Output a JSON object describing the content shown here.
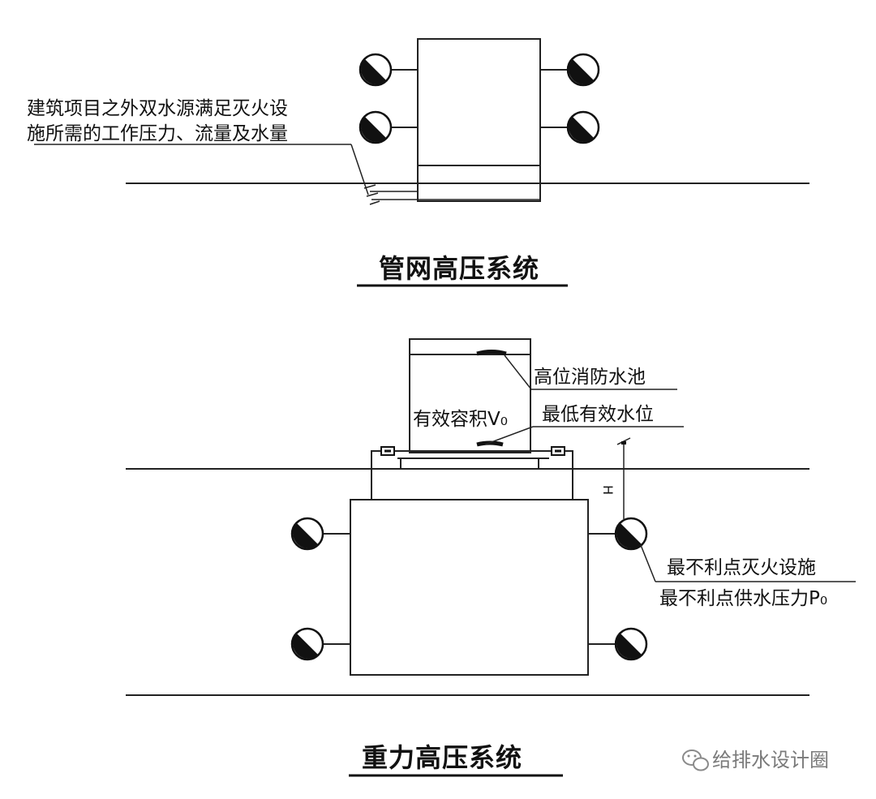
{
  "diagrams": [
    {
      "title": "管网高压系统",
      "callout": [
        "建筑项目之外双水源满足灭火设",
        "施所需的工作压力、流量及水量"
      ]
    },
    {
      "title": "重力高压系统",
      "tank_label": "高位消防水池",
      "volume_label": "有效容积V₀",
      "water_level_label": "最低有效水位",
      "height_label": "H",
      "critical_point_labels": [
        "最不利点灭火设施",
        "最不利点供水压力P₀"
      ]
    }
  ],
  "watermark": "给排水设计圈",
  "icons": {
    "hydrant": "hydrant-icon",
    "watermark": "wechat-icon"
  },
  "colors": {
    "line": "#222222",
    "watermark": "#7a7a7a"
  }
}
